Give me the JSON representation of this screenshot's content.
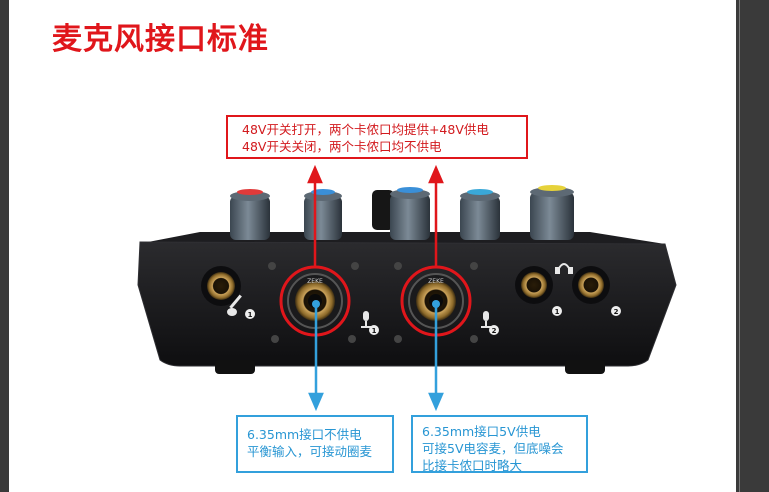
{
  "title": "麦克风接口标准",
  "callout_top": {
    "line1": "48V开关打开，两个卡侬口均提供+48V供电",
    "line2": "48V开关关闭，两个卡侬口均不供电"
  },
  "callout_left": {
    "line1": "6.35mm接口不供电",
    "line2": "平衡输入，可接动圈麦"
  },
  "callout_right": {
    "line1": "6.35mm接口5V供电",
    "line2": "可接5V电容麦，但底噪会",
    "line3": "比接卡侬口时略大"
  },
  "device": {
    "jack_labels": [
      "1",
      "1",
      "2",
      "1",
      "2"
    ],
    "xlr_brand_label": "ZEKE"
  },
  "colors": {
    "accent_red": "#e0161b",
    "accent_blue": "#33a0dc"
  },
  "icons": [
    "guitar-icon",
    "microphone-icon",
    "microphone-icon",
    "headphones-icon"
  ]
}
